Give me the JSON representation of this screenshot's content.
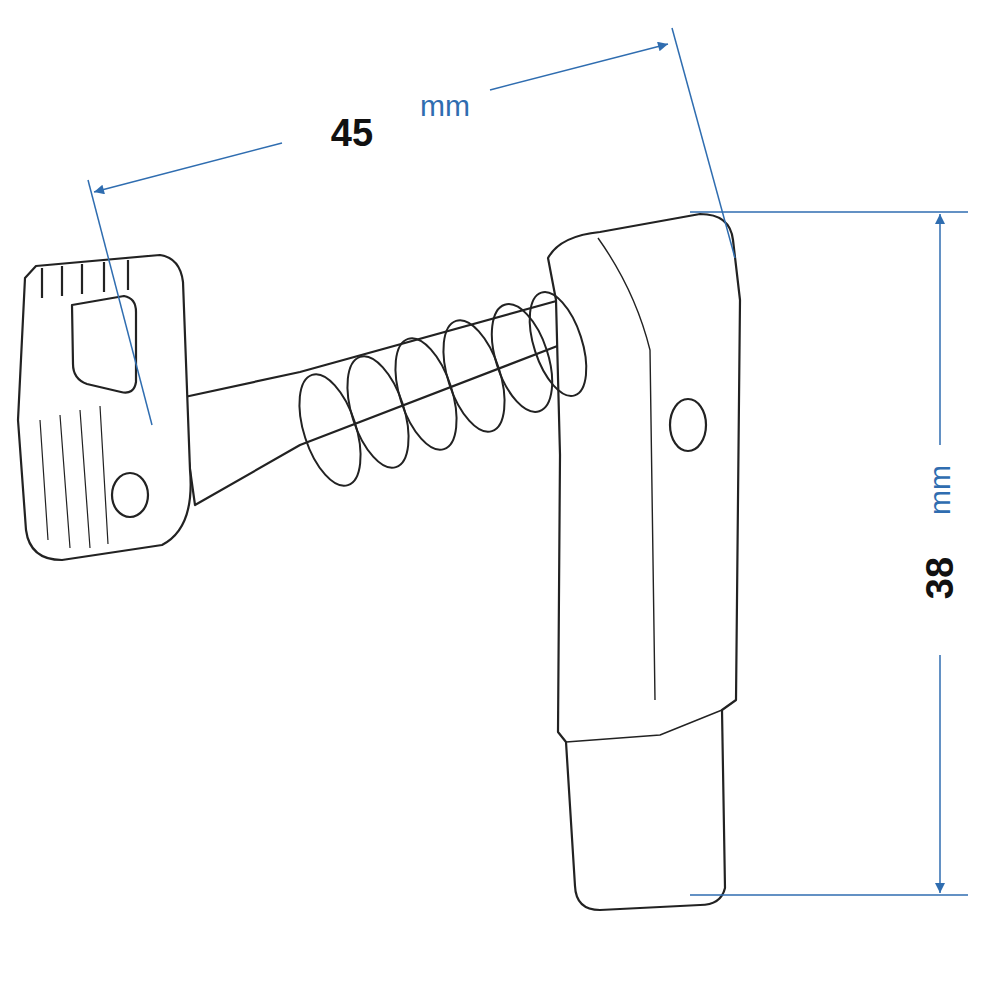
{
  "diagram": {
    "labels": [
      "45",
      "mm",
      "38",
      "mm"
    ]
  }
}
